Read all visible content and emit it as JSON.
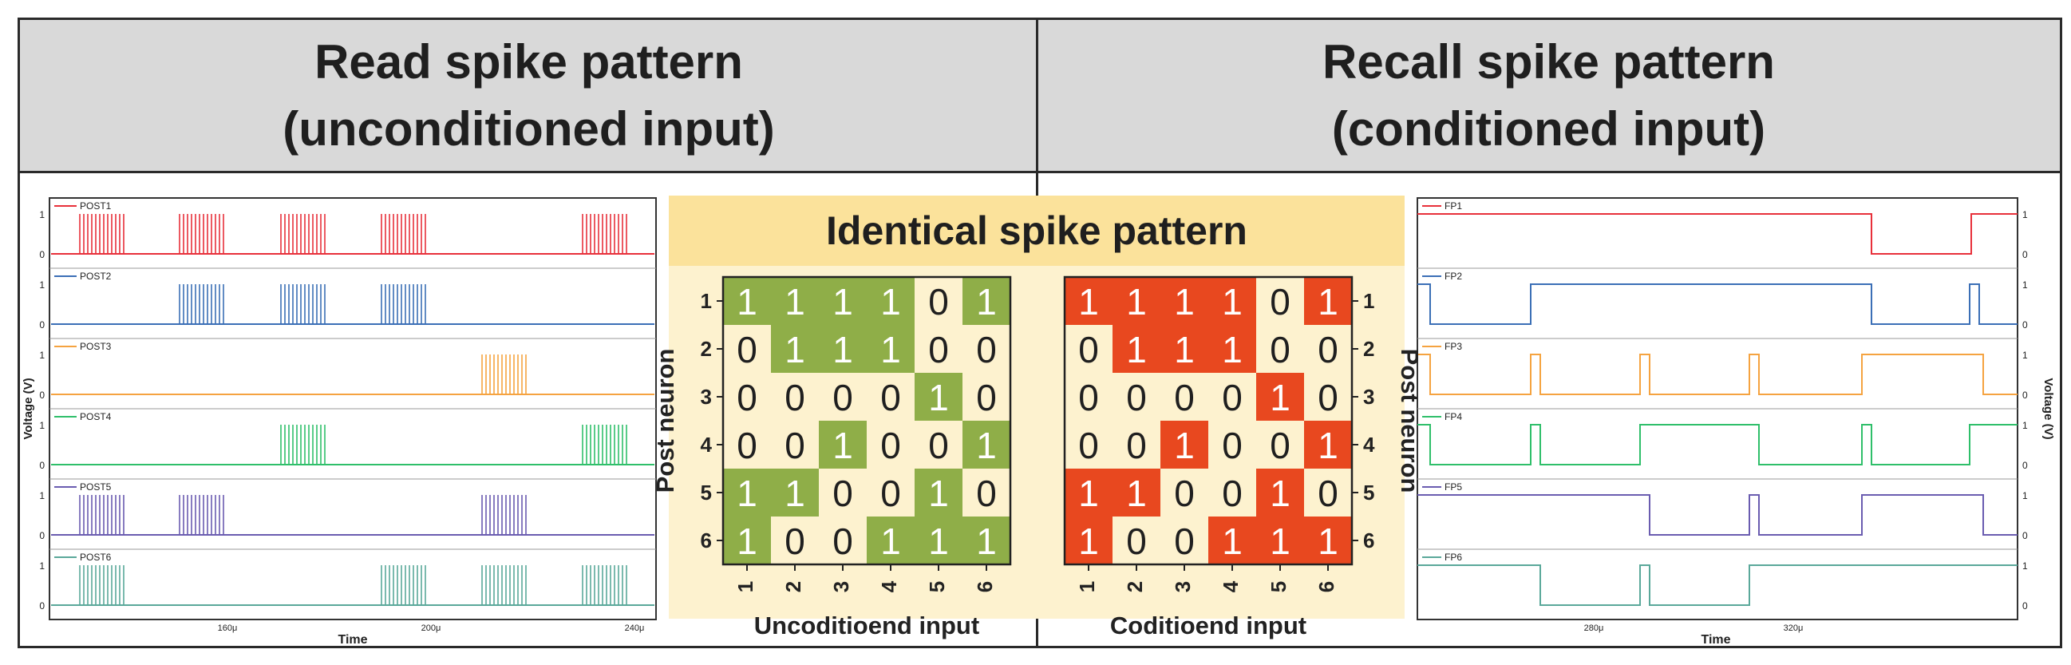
{
  "left_header": {
    "line1": "Read spike pattern",
    "line2": "(unconditioned input)"
  },
  "right_header": {
    "line1": "Recall spike pattern",
    "line2": "(conditioned input)"
  },
  "center_banner": "Identical spike pattern",
  "left_plot": {
    "ylabel": "Voltage (V)",
    "xlabel": "Time",
    "xticks": [
      "160μ",
      "200μ",
      "240μ"
    ],
    "traces": [
      {
        "name": "POST1",
        "color": "#e8303a",
        "bursts": [
          1,
          2,
          3,
          4,
          6
        ]
      },
      {
        "name": "POST2",
        "color": "#3b6fb6",
        "bursts": [
          2,
          3,
          4
        ]
      },
      {
        "name": "POST3",
        "color": "#f5a340",
        "bursts": [
          5
        ]
      },
      {
        "name": "POST4",
        "color": "#2fbf6a",
        "bursts": [
          3,
          6
        ]
      },
      {
        "name": "POST5",
        "color": "#6a5cb0",
        "bursts": [
          1,
          2,
          5
        ]
      },
      {
        "name": "POST6",
        "color": "#5aa89a",
        "bursts": [
          1,
          4,
          5,
          6
        ]
      }
    ],
    "ytick_labels": [
      "0",
      "1"
    ]
  },
  "right_plot": {
    "ylabel": "Voltage (V)",
    "xlabel": "Time",
    "xticks": [
      "280μ",
      "320μ"
    ],
    "traces": [
      {
        "name": "FP1",
        "color": "#e8303a"
      },
      {
        "name": "FP2",
        "color": "#3b6fb6"
      },
      {
        "name": "FP3",
        "color": "#f5a340"
      },
      {
        "name": "FP4",
        "color": "#2fbf6a"
      },
      {
        "name": "FP5",
        "color": "#6a5cb0"
      },
      {
        "name": "FP6",
        "color": "#5aa89a"
      }
    ],
    "ytick_labels": [
      "0",
      "1"
    ]
  },
  "left_matrix": {
    "xlabel": "Uncoditioend input",
    "ylabel": "Post neuron",
    "on_color": "#8fae48",
    "off_color": "#fdf2cf",
    "col_labels": [
      "1",
      "2",
      "3",
      "4",
      "5",
      "6"
    ],
    "row_labels": [
      "1",
      "2",
      "3",
      "4",
      "5",
      "6"
    ],
    "values": [
      [
        1,
        1,
        1,
        1,
        0,
        1
      ],
      [
        0,
        1,
        1,
        1,
        0,
        0
      ],
      [
        0,
        0,
        0,
        0,
        1,
        0
      ],
      [
        0,
        0,
        1,
        0,
        0,
        1
      ],
      [
        1,
        1,
        0,
        0,
        1,
        0
      ],
      [
        1,
        0,
        0,
        1,
        1,
        1
      ]
    ]
  },
  "right_matrix": {
    "xlabel": "Coditioend input",
    "ylabel": "Post neuron",
    "on_color": "#e8481f",
    "off_color": "#fdf2cf",
    "col_labels": [
      "1",
      "2",
      "3",
      "4",
      "5",
      "6"
    ],
    "row_labels": [
      "1",
      "2",
      "3",
      "4",
      "5",
      "6"
    ],
    "values": [
      [
        1,
        1,
        1,
        1,
        0,
        1
      ],
      [
        0,
        1,
        1,
        1,
        0,
        0
      ],
      [
        0,
        0,
        0,
        0,
        1,
        0
      ],
      [
        0,
        0,
        1,
        0,
        0,
        1
      ],
      [
        1,
        1,
        0,
        0,
        1,
        0
      ],
      [
        1,
        0,
        0,
        1,
        1,
        1
      ]
    ]
  }
}
